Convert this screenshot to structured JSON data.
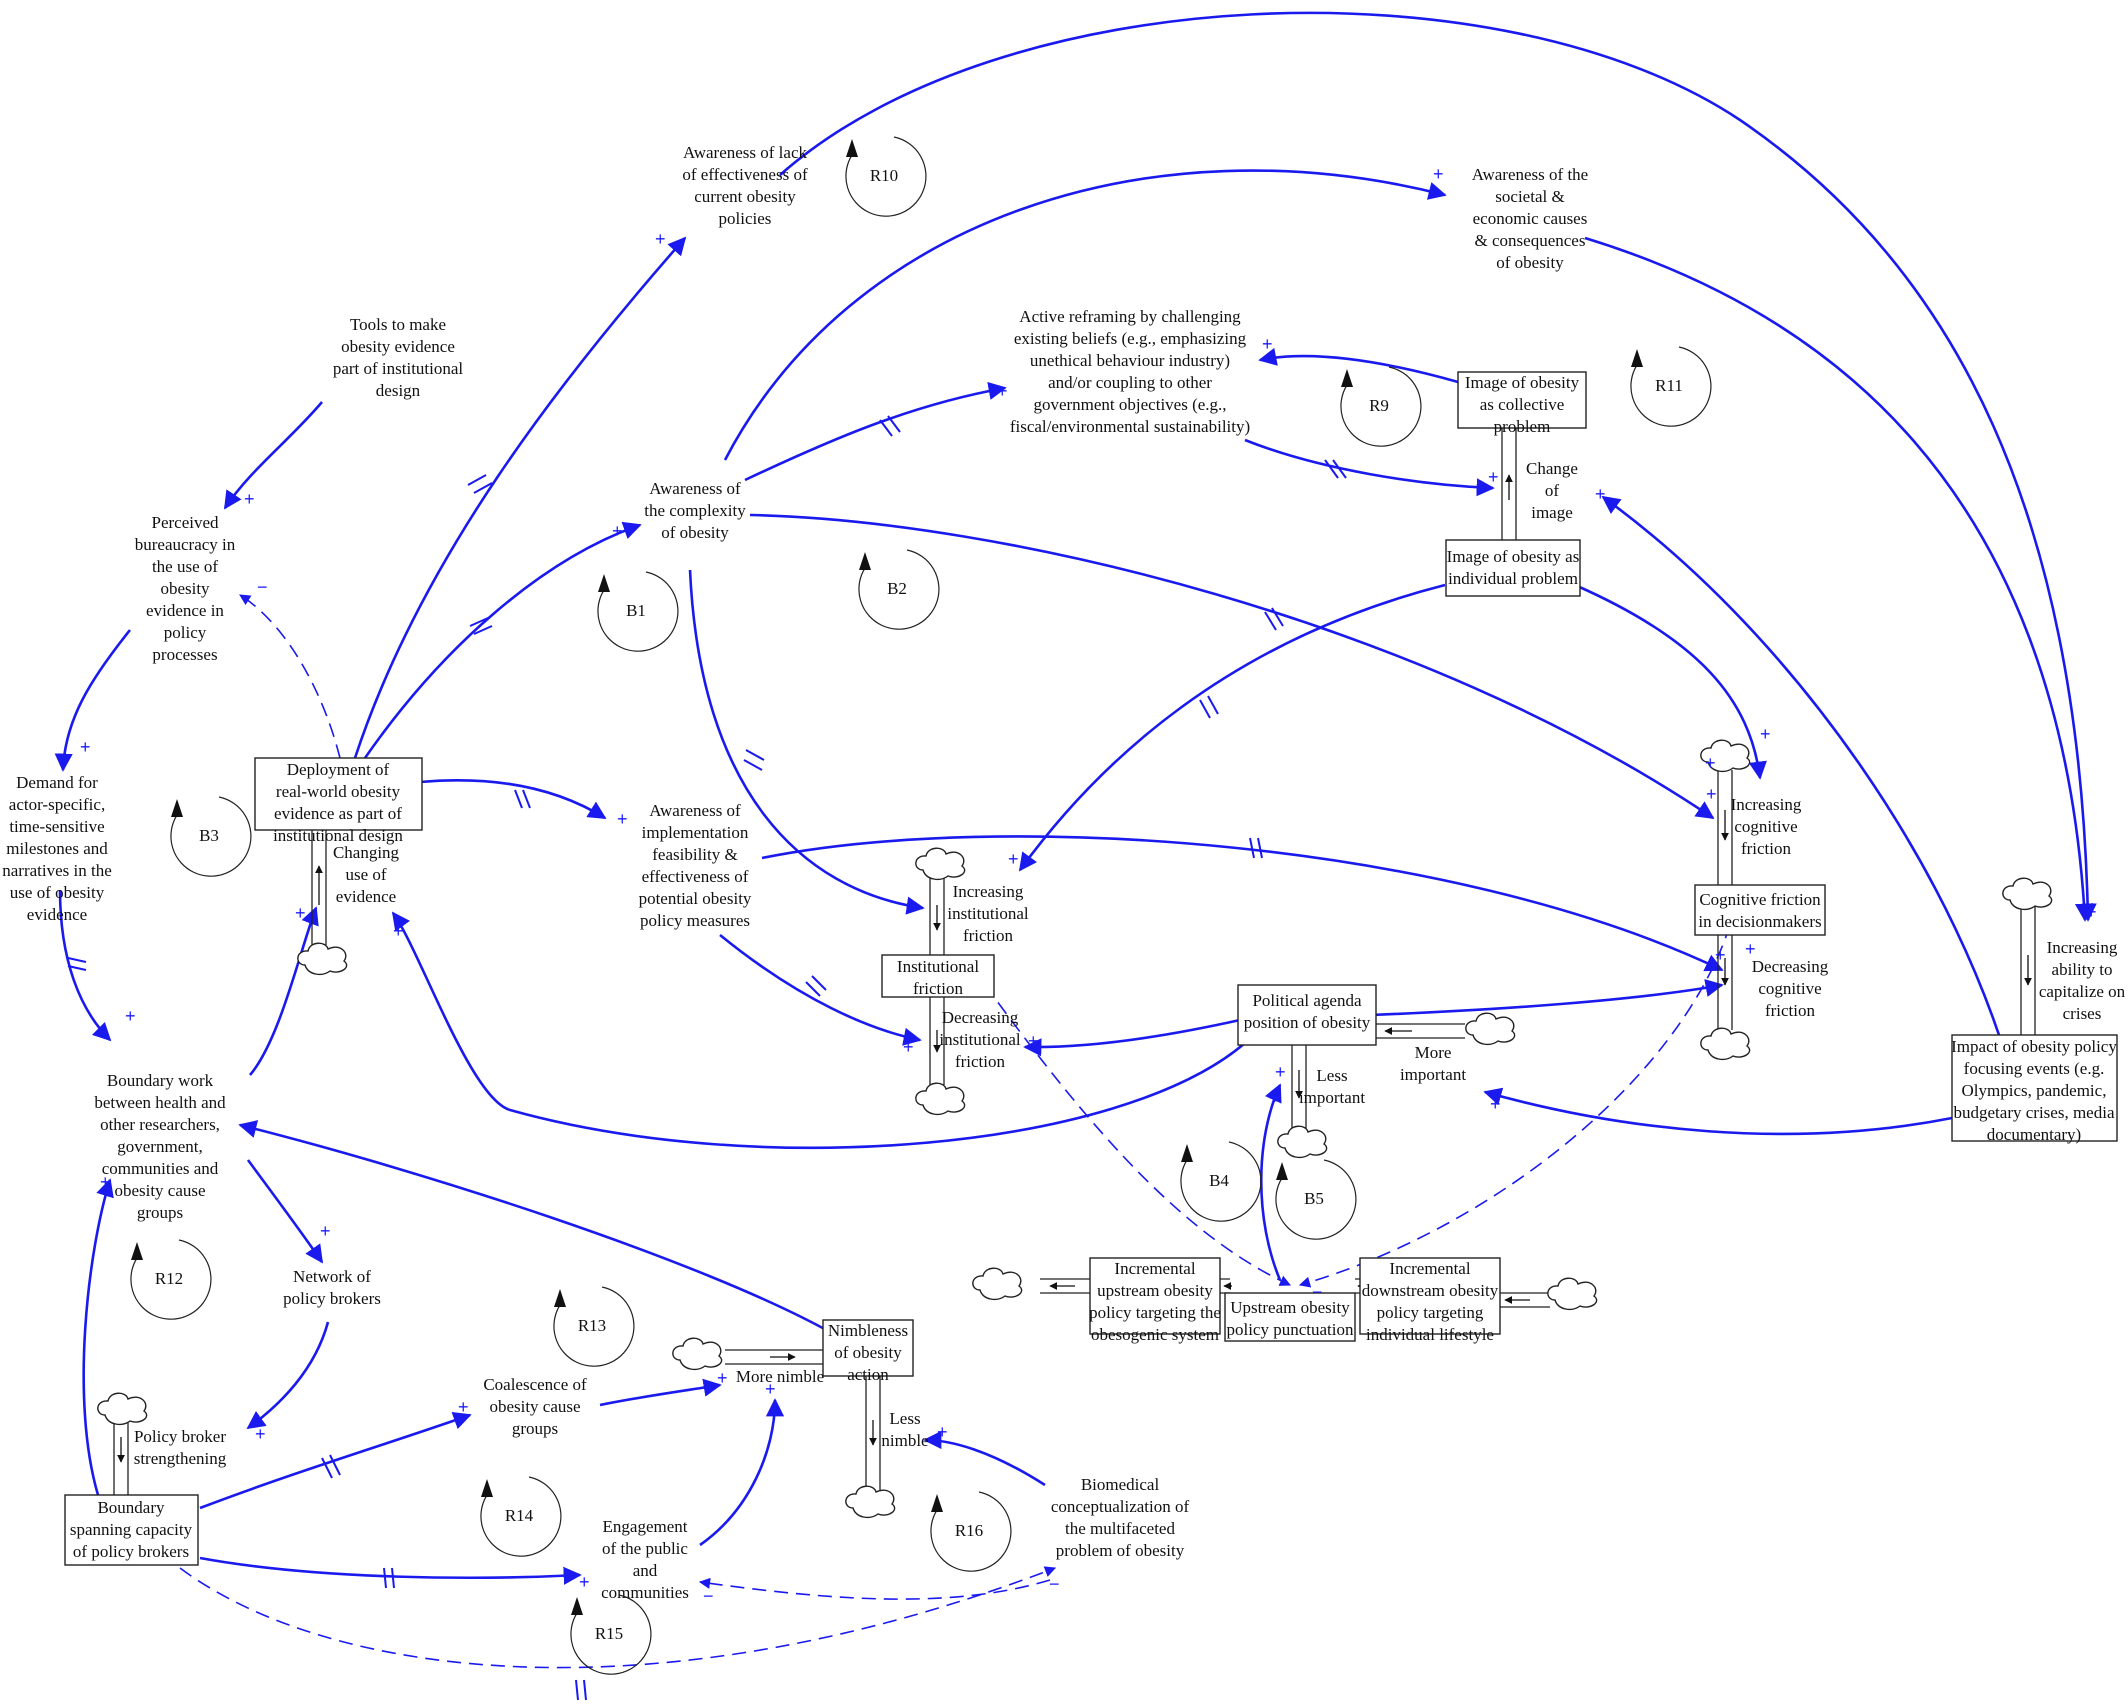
{
  "diagram": {
    "stocks": [
      {
        "id": "deployment",
        "lines": [
          "Deployment of",
          "real-world obesity",
          "evidence as part of",
          "institutional design"
        ]
      },
      {
        "id": "boundary_spanning",
        "lines": [
          "Boundary",
          "spanning capacity",
          "of policy brokers"
        ]
      },
      {
        "id": "institutional_friction",
        "lines": [
          "Institutional",
          "friction"
        ]
      },
      {
        "id": "cognitive_friction",
        "lines": [
          "Cognitive friction",
          "in decisionmakers"
        ]
      },
      {
        "id": "political_agenda",
        "lines": [
          "Political agenda",
          "position of obesity"
        ]
      },
      {
        "id": "image_collective",
        "lines": [
          "Image of obesity",
          "as collective",
          "problem"
        ]
      },
      {
        "id": "image_individual",
        "lines": [
          "Image of obesity as",
          "individual problem"
        ]
      },
      {
        "id": "nimbleness",
        "lines": [
          "Nimbleness",
          "of obesity",
          "action"
        ]
      },
      {
        "id": "impact_focusing",
        "lines": [
          "Impact of obesity policy",
          "focusing events (e.g.",
          "Olympics, pandemic,",
          "budgetary crises, media",
          "documentary)"
        ]
      },
      {
        "id": "incr_upstream",
        "lines": [
          "Incremental",
          "upstream obesity",
          "policy targeting the",
          "obesogenic system"
        ]
      },
      {
        "id": "incr_downstream",
        "lines": [
          "Incremental",
          "downstream obesity",
          "policy targeting",
          "individual lifestyle"
        ]
      },
      {
        "id": "upstream_punct",
        "lines": [
          "Upstream obesity",
          "policy punctuation"
        ]
      }
    ],
    "variables": [
      {
        "id": "awareness_lack",
        "lines": [
          "Awareness of lack",
          "of effectiveness of",
          "current obesity",
          "policies"
        ]
      },
      {
        "id": "awareness_societal",
        "lines": [
          "Awareness of the",
          "societal &",
          "economic causes",
          "& consequences",
          "of obesity"
        ]
      },
      {
        "id": "active_reframing",
        "lines": [
          "Active reframing by challenging",
          "existing beliefs (e.g., emphasizing",
          "unethical behaviour industry)",
          "and/or coupling to other",
          "government objectives (e.g.,",
          "fiscal/environmental sustainability)"
        ]
      },
      {
        "id": "tools",
        "lines": [
          "Tools to make",
          "obesity evidence",
          "part of institutional",
          "design"
        ]
      },
      {
        "id": "perceived_bureaucracy",
        "lines": [
          "Perceived",
          "bureaucracy in",
          "the use of",
          "obesity",
          "evidence in",
          "policy",
          "processes"
        ]
      },
      {
        "id": "awareness_complexity",
        "lines": [
          "Awareness of",
          "the complexity",
          "of obesity"
        ]
      },
      {
        "id": "demand",
        "lines": [
          "Demand for",
          "actor-specific,",
          "time-sensitive",
          "milestones and",
          "narratives in the",
          "use of obesity",
          "evidence"
        ]
      },
      {
        "id": "awareness_implementation",
        "lines": [
          "Awareness of",
          "implementation",
          "feasibility &",
          "effectiveness of",
          "potential obesity",
          "policy measures"
        ]
      },
      {
        "id": "boundary_work",
        "lines": [
          "Boundary work",
          "between health and",
          "other researchers,",
          "government,",
          "communities and",
          "obesity cause",
          "groups"
        ]
      },
      {
        "id": "network",
        "lines": [
          "Network of",
          "policy brokers"
        ]
      },
      {
        "id": "coalescence",
        "lines": [
          "Coalescence of",
          "obesity cause",
          "groups"
        ]
      },
      {
        "id": "engagement",
        "lines": [
          "Engagement",
          "of the public",
          "and",
          "communities"
        ]
      },
      {
        "id": "biomedical",
        "lines": [
          "Biomedical",
          "conceptualization of",
          "the multifaceted",
          "problem of obesity"
        ]
      }
    ],
    "flows": [
      {
        "id": "changing_use",
        "lines": [
          "Changing",
          "use of",
          "evidence"
        ]
      },
      {
        "id": "change_image",
        "lines": [
          "Change",
          "of",
          "image"
        ]
      },
      {
        "id": "increasing_inst",
        "lines": [
          "Increasing",
          "institutional",
          "friction"
        ]
      },
      {
        "id": "decreasing_inst",
        "lines": [
          "Decreasing",
          "institutional",
          "friction"
        ]
      },
      {
        "id": "increasing_cog",
        "lines": [
          "Increasing",
          "cognitive",
          "friction"
        ]
      },
      {
        "id": "decreasing_cog",
        "lines": [
          "Decreasing",
          "cognitive",
          "friction"
        ]
      },
      {
        "id": "increasing_ability",
        "lines": [
          "Increasing",
          "ability to",
          "capitalize on",
          "crises"
        ]
      },
      {
        "id": "less_important",
        "lines": [
          "Less",
          "important"
        ]
      },
      {
        "id": "more_important",
        "lines": [
          "More",
          "important"
        ]
      },
      {
        "id": "more_nimble",
        "lines": [
          "More nimble"
        ]
      },
      {
        "id": "less_nimble",
        "lines": [
          "Less",
          "nimble"
        ]
      },
      {
        "id": "policy_broker_strengthening",
        "lines": [
          "Policy broker",
          "strengthening"
        ]
      }
    ],
    "loops": [
      "R10",
      "R11",
      "R9",
      "B1",
      "B2",
      "B3",
      "B4",
      "B5",
      "R12",
      "R13",
      "R14",
      "R15",
      "R16"
    ],
    "polarity": {
      "plus": "+",
      "minus": "−"
    },
    "colors": {
      "link": "#1a1aee",
      "stock_border": "#222222",
      "text": "#111111"
    }
  }
}
